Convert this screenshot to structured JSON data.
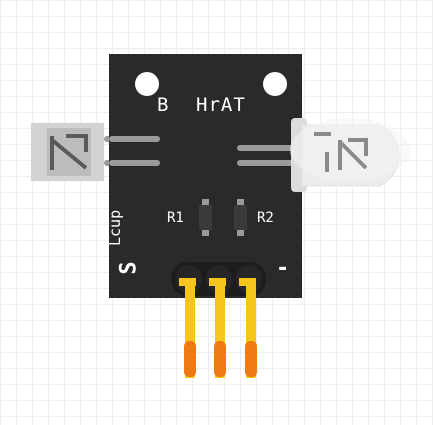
{
  "board": {
    "colors": {
      "pcb": "#2a2a2a",
      "hole": "#ffffff",
      "lead": "#9a9a9a",
      "pin": "#f7c61c",
      "pin_tip": "#f07a12",
      "header": "#1d1d1d",
      "receiver_body": "#d0d0d0",
      "led_body": "#ececec"
    },
    "title_left": "B",
    "title_right": "HrAT",
    "label_r1": "R1",
    "label_r2": "R2",
    "label_side": "Lcup",
    "label_number": "S",
    "label_minus": "-",
    "pins": 3,
    "resistors": 2
  }
}
